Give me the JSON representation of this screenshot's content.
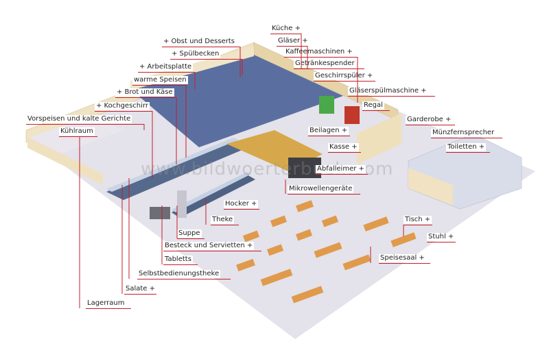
{
  "watermark": "www.bildwoerterbuch.com",
  "colors": {
    "leader": "#c41e2a",
    "wall": "#f0e3c6",
    "floor": "#e3e1e8",
    "counter": "#4f6283"
  },
  "labels": {
    "obst": "+ Obst und Desserts",
    "kueche": "Küche +",
    "glaeser": "Gläser +",
    "kaffee": "Kaffeemaschinen +",
    "spuelbecken": "+ Spülbecken",
    "getraenke": "Getränkespender",
    "arbeitsplatte": "+ Arbeitsplatte",
    "geschirrspueler": "Geschirrspüler +",
    "warme": "warme Speisen",
    "glaeserspuel": "Gläserspülmaschine +",
    "brot": "+ Brot und Käse",
    "regal": "Regal",
    "kochgeschirr": "+ Kochgeschirr",
    "vorspeisen": "Vorspeisen und kalte Gerichte",
    "garderobe": "Garderobe +",
    "kuehlraum": "Kühlraum",
    "beilagen": "Beilagen +",
    "muenz": "Münzfernsprecher",
    "kasse": "Kasse +",
    "toiletten": "Toiletten +",
    "abfall": "Abfalleimer +",
    "mikro": "Mikrowellengeräte",
    "hocker": "Hocker +",
    "theke": "Theke",
    "tisch": "Tisch +",
    "suppe": "Suppe",
    "stuhl": "Stuhl +",
    "besteck": "Besteck und Servietten +",
    "speisesaal": "Speisesaal +",
    "tabletts": "Tabletts",
    "selbst": "Selbstbedienungstheke",
    "salate": "Salate +",
    "lagerraum": "Lagerraum"
  }
}
